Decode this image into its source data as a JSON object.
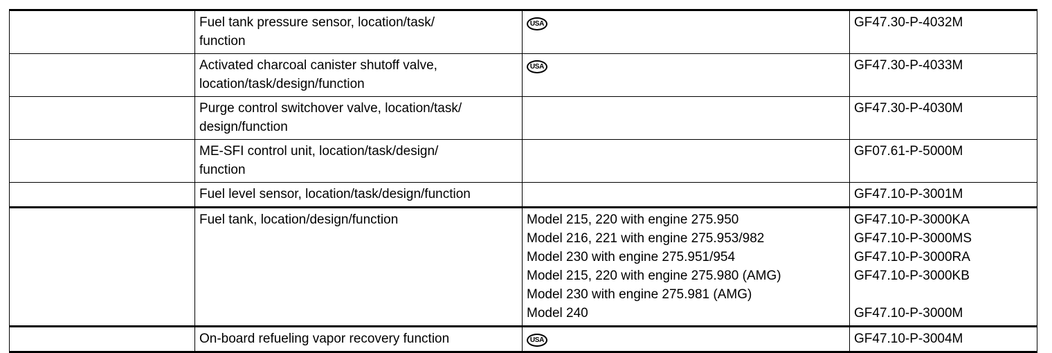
{
  "table": {
    "columns": [
      "",
      "description",
      "applicability",
      "document_number"
    ],
    "rows": [
      {
        "blank": "",
        "description_lines": [
          "Fuel tank pressure sensor, location/task/",
          "function"
        ],
        "applicability": {
          "badge": "usa-badge",
          "badge_label": "USA",
          "lines": []
        },
        "doc_lines": [
          "GF47.30-P-4032M"
        ],
        "rule_above": "thin"
      },
      {
        "blank": "",
        "description_lines": [
          "Activated charcoal canister shutoff valve,",
          "location/task/design/function"
        ],
        "applicability": {
          "badge": "usa-badge",
          "badge_label": "USA",
          "lines": []
        },
        "doc_lines": [
          "GF47.30-P-4033M"
        ],
        "rule_above": "thin"
      },
      {
        "blank": "",
        "description_lines": [
          "Purge control switchover valve, location/task/",
          "design/function"
        ],
        "applicability": {
          "badge": "",
          "badge_label": "",
          "lines": []
        },
        "doc_lines": [
          "GF47.30-P-4030M"
        ],
        "rule_above": "thin"
      },
      {
        "blank": "",
        "description_lines": [
          "ME-SFI control unit, location/task/design/",
          "function"
        ],
        "applicability": {
          "badge": "",
          "badge_label": "",
          "lines": []
        },
        "doc_lines": [
          "GF07.61-P-5000M"
        ],
        "rule_above": "thin"
      },
      {
        "blank": "",
        "description_lines": [
          "Fuel level sensor, location/task/design/function"
        ],
        "applicability": {
          "badge": "",
          "badge_label": "",
          "lines": []
        },
        "doc_lines": [
          "GF47.10-P-3001M"
        ],
        "rule_above": "thin"
      },
      {
        "blank": "",
        "description_lines": [
          "Fuel tank, location/design/function"
        ],
        "applicability": {
          "badge": "",
          "badge_label": "",
          "lines": [
            "Model 215, 220 with engine 275.950",
            "Model 216, 221 with engine 275.953/982",
            "Model 230 with engine 275.951/954",
            "Model 215, 220 with engine 275.980 (AMG)",
            "Model 230 with engine 275.981 (AMG)",
            "Model 240"
          ]
        },
        "doc_lines": [
          "GF47.10-P-3000KA",
          "GF47.10-P-3000MS",
          "GF47.10-P-3000RA",
          "GF47.10-P-3000KB",
          "",
          "GF47.10-P-3000M"
        ],
        "rule_above": "thick"
      },
      {
        "blank": "",
        "description_lines": [
          "On-board refueling vapor recovery function"
        ],
        "applicability": {
          "badge": "usa-badge",
          "badge_label": "USA",
          "lines": []
        },
        "doc_lines": [
          "GF47.10-P-3004M"
        ],
        "rule_above": "thick"
      }
    ]
  },
  "style": {
    "ink": "#000000",
    "paper": "#ffffff"
  }
}
